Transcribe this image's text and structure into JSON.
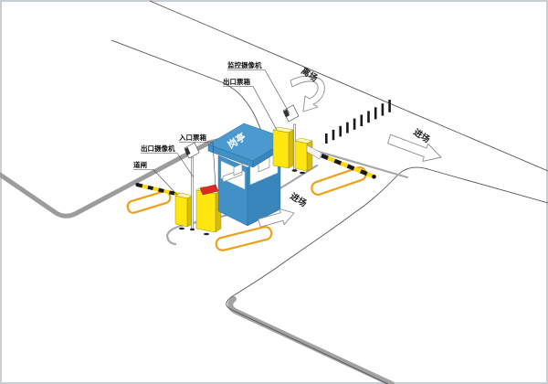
{
  "diagram": {
    "type": "parking-lot-entrance-exit-system",
    "booth_label": "岗亭",
    "callouts": {
      "surveillance_camera": "监控摄像机",
      "exit_ticket_box": "出口票箱",
      "entrance_ticket_box": "入口票箱",
      "exit_camera": "出口摄像机",
      "barrier_gate": "道闸"
    },
    "flow_labels": {
      "leave": "离场",
      "enter_street": "进场",
      "enter_lane": "进场"
    },
    "colors": {
      "booth_blue": "#4191c7",
      "booth_blue_dark": "#3886bc",
      "booth_blue_roof": "#4a9ad0",
      "equipment_yellow": "#ffe70f",
      "equipment_yellow_dark": "#d9bd00",
      "equipment_yellow_light": "#fff6b2",
      "ticket_red": "#dd2b22",
      "curb_gray": "#9c9c9c",
      "loop_orange": "#f0a018",
      "stripe_yellow": "#ffd800",
      "stripe_black": "#1a1a1a",
      "road_line": "#555555"
    }
  }
}
